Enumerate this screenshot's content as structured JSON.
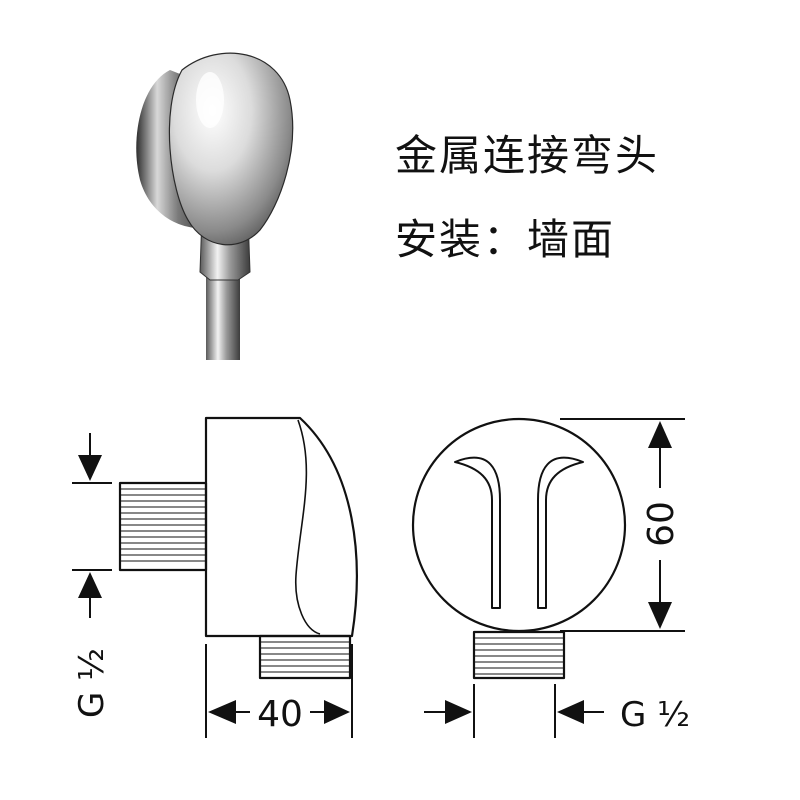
{
  "product": {
    "title": "金属连接弯头",
    "install_line": "安装：墙面"
  },
  "dimensions": {
    "thread_left": "G ½",
    "width": "40",
    "height": "60",
    "thread_bottom": "G ½"
  },
  "colors": {
    "line": "#111111",
    "chrome_dark": "#3a3a3a",
    "chrome_light": "#f4f4f4"
  }
}
